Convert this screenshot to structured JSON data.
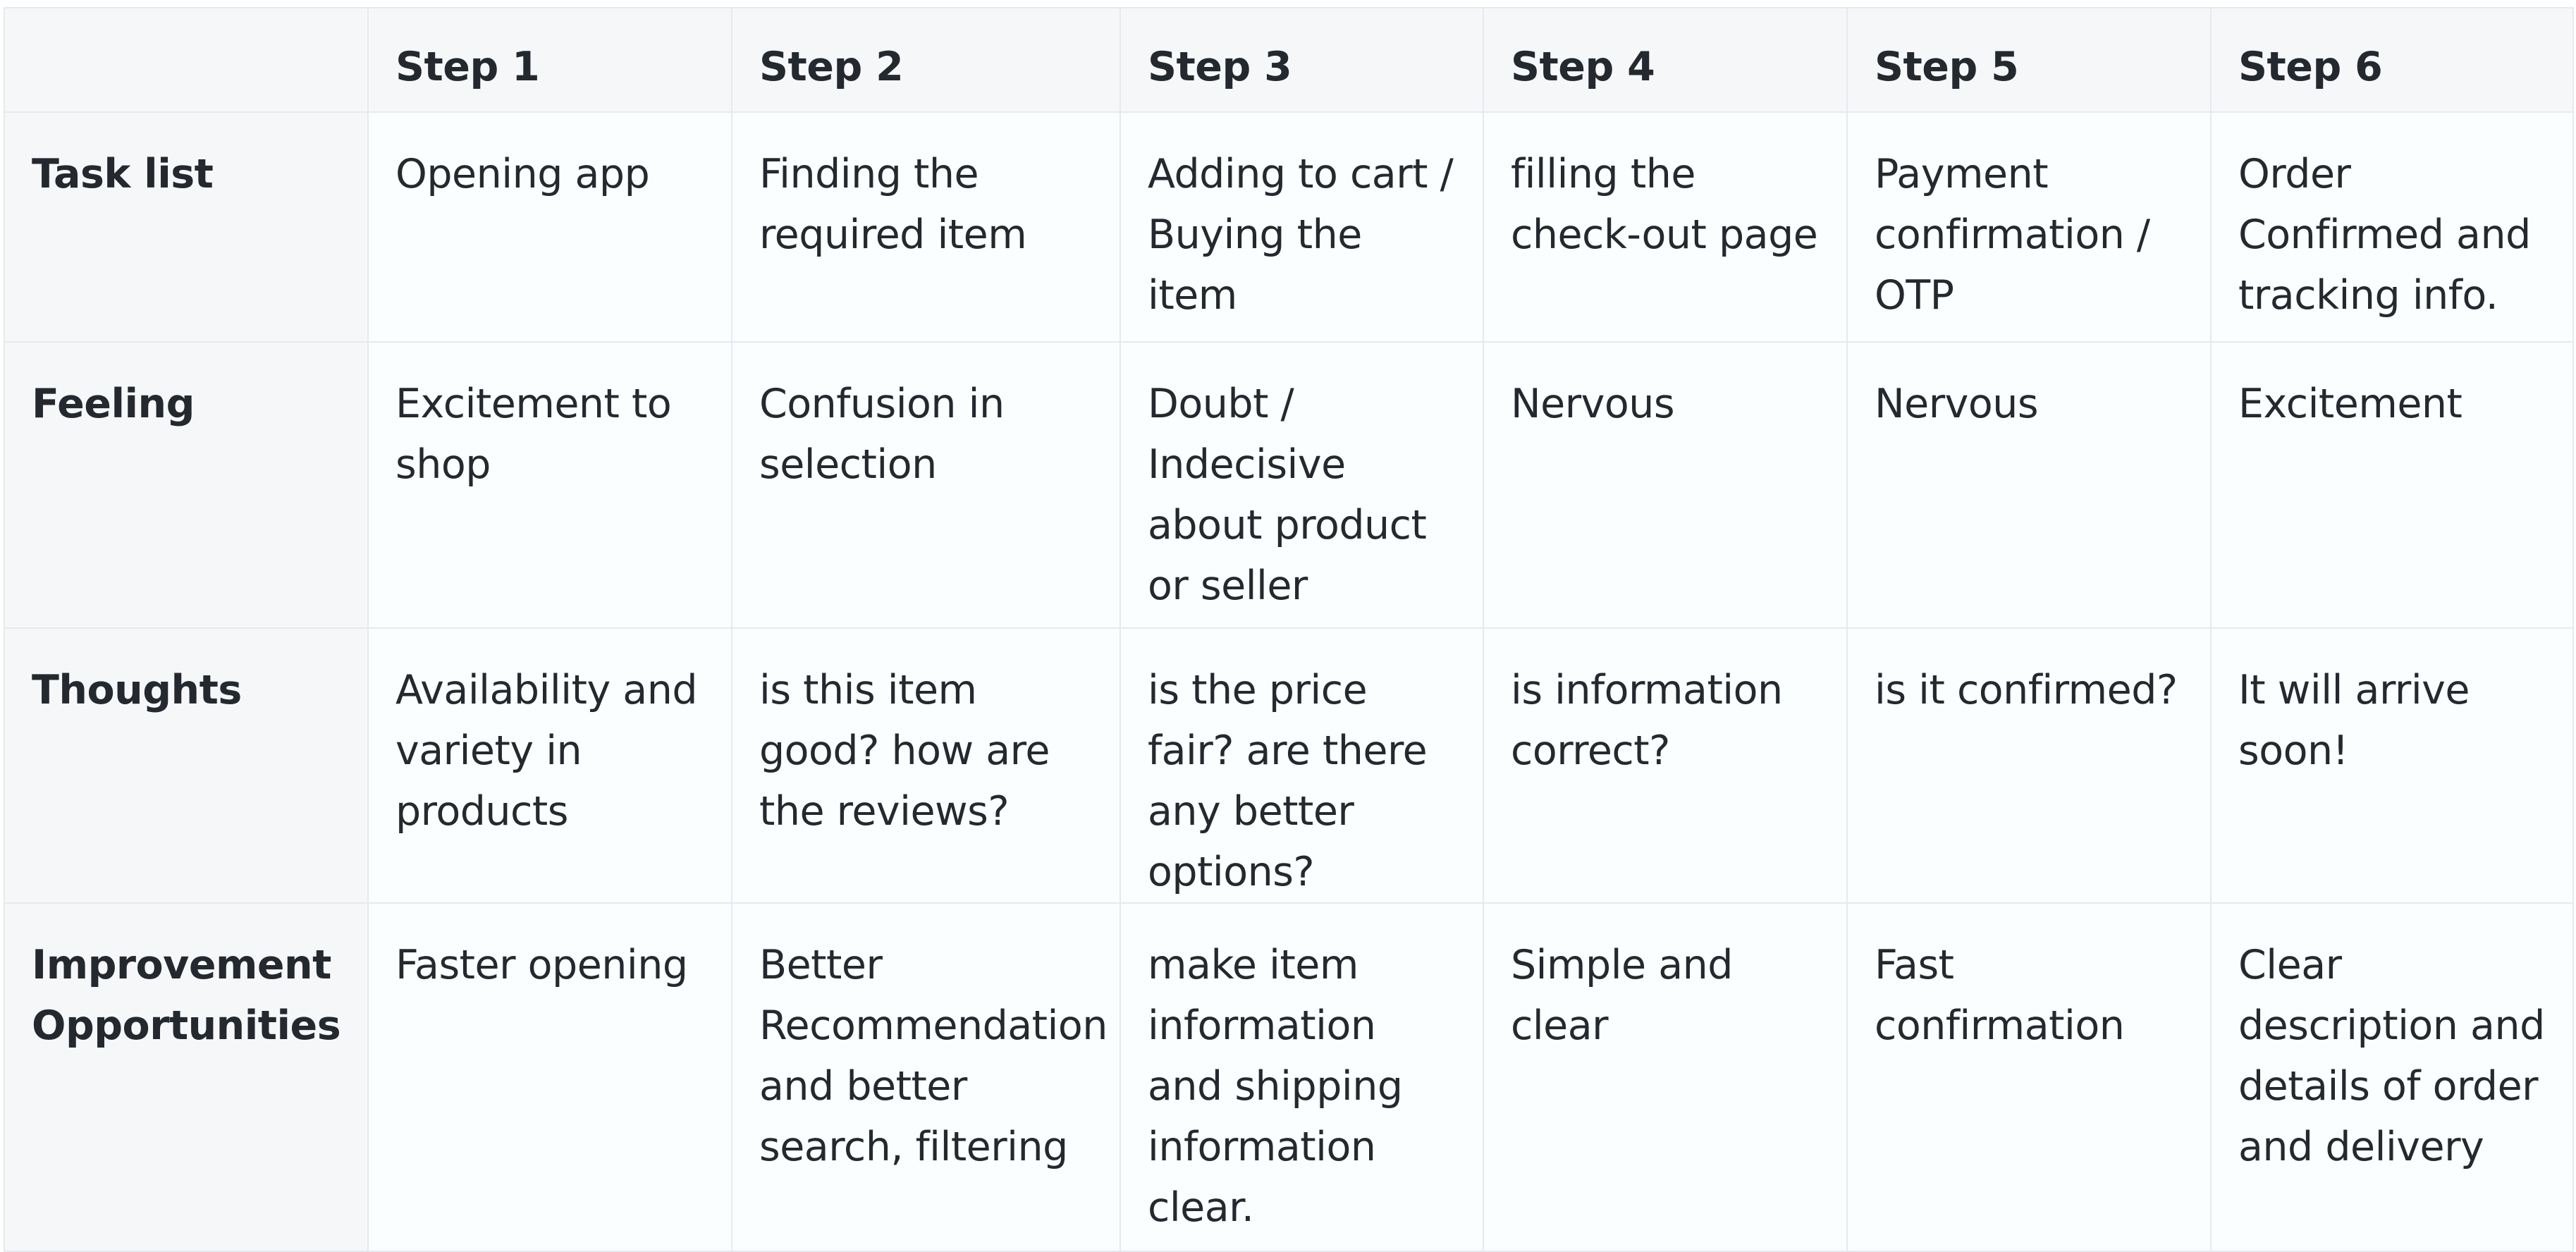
{
  "table": {
    "corner": "",
    "steps": [
      "Step 1",
      "Step 2",
      "Step 3",
      "Step 4",
      "Step 5",
      "Step 6"
    ],
    "rows": [
      {
        "label": "Task list",
        "cells": [
          "Opening app",
          "Finding the required item",
          "Adding to cart / Buying the item",
          "filling the check-out page",
          "Payment confirmation / OTP",
          "Order Confirmed and tracking info."
        ]
      },
      {
        "label": "Feeling",
        "cells": [
          "Excitement to shop",
          "Confusion in selection",
          "Doubt / Indecisive about product or seller",
          "Nervous",
          "Nervous",
          "Excitement"
        ]
      },
      {
        "label": "Thoughts",
        "cells": [
          "Availability and variety in products",
          "is this item good? how are the reviews?",
          "is the price fair? are there any better options?",
          "is information correct?",
          "is it confirmed?",
          "It will arrive soon!"
        ]
      },
      {
        "label": "Improvement Opportunities",
        "cells": [
          "Faster opening",
          "Better Recommendation and better search, filtering",
          "make item information and shipping information clear.",
          "Simple and clear",
          "Fast confirmation",
          "Clear description and details of order and delivery"
        ]
      }
    ]
  }
}
